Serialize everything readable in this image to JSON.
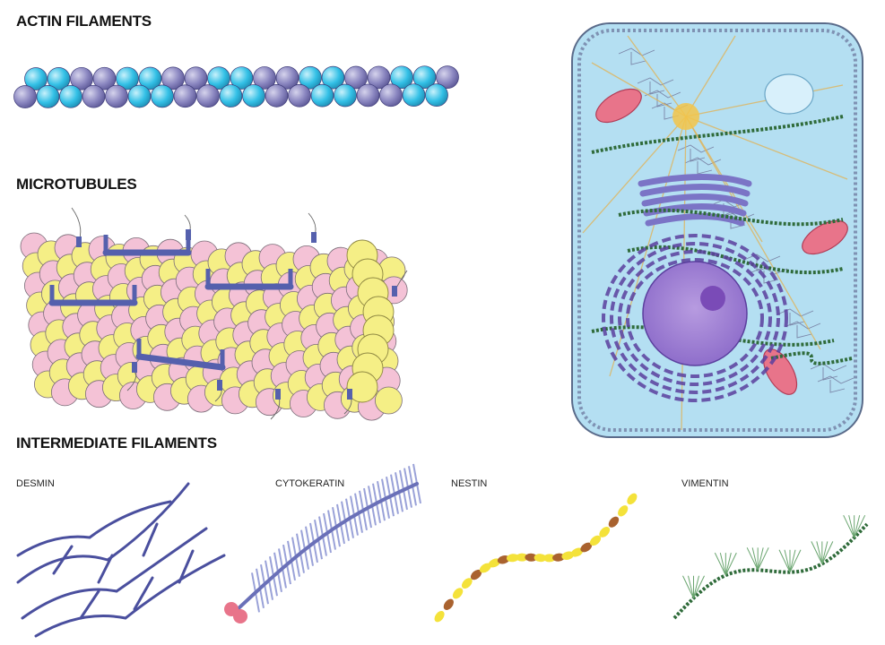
{
  "sections": {
    "actin": {
      "heading": "ACTIN FILAMENTS"
    },
    "microtubules": {
      "heading": "MICROTUBULES"
    },
    "intermediate": {
      "heading": "INTERMEDIATE FILAMENTS",
      "types": [
        {
          "label": "DESMIN"
        },
        {
          "label": "CYTOKERATIN"
        },
        {
          "label": "NESTIN"
        },
        {
          "label": "VIMENTIN"
        }
      ]
    }
  },
  "colors": {
    "actin_light": "#33c0e6",
    "actin_dark": "#7c77b4",
    "tubulin_pink": "#f4c2d6",
    "tubulin_yellow": "#f5ef86",
    "map_blue": "#5560ad",
    "desmin": "#4a4f9e",
    "cytokeratin": "#6a70b8",
    "nestin_yellow": "#f4e23a",
    "nestin_brown": "#a9622f",
    "vimentin": "#2f6b3a",
    "cell_fill": "#b4dff2",
    "membrane": "#5a6b8a",
    "nucleus": "#8b6ac9",
    "mitochondria": "#e8748a",
    "golgi": "#7b74c6"
  },
  "icons": [
    "actin-filament-illustration",
    "microtubule-illustration",
    "cell-cytoskeleton-illustration",
    "desmin-illustration",
    "cytokeratin-illustration",
    "nestin-illustration",
    "vimentin-illustration"
  ]
}
